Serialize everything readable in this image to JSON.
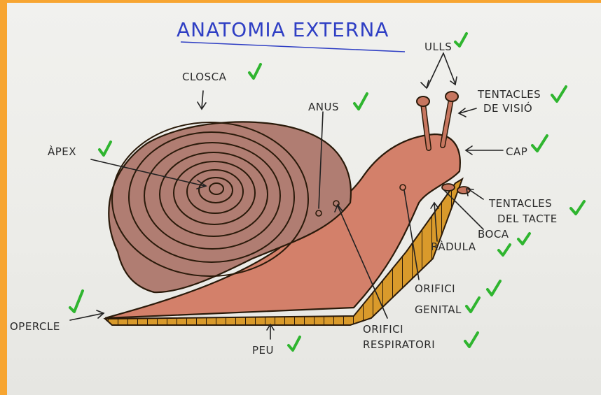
{
  "title": "ANATOMIA   EXTERNA",
  "colors": {
    "border": "#f7a531",
    "paper": "#eeeeea",
    "title_ink": "#2f3fc4",
    "shell": "#b07d72",
    "body": "#d3806a",
    "foot_band": "#d99a2b",
    "check": "#2fb52f"
  },
  "labels": {
    "closca": "CLOSCA",
    "apex": "ÀPEX",
    "anus": "ANUS",
    "ulls": "ULLS",
    "tentacles_visio_1": "TENTACLES",
    "tentacles_visio_2": "DE VISIÓ",
    "cap": "CAP",
    "tentacles_tacte_1": "TENTACLES",
    "tentacles_tacte_2": "DEL TACTE",
    "boca": "BOCA",
    "radula": "RÀDULA",
    "orifici_genital_1": "ORIFICI",
    "orifici_genital_2": "GENITAL",
    "orifici_resp_1": "ORIFICI",
    "orifici_resp_2": "RESPIRATORI",
    "opercle": "OPERCLE",
    "peu": "PEU"
  }
}
